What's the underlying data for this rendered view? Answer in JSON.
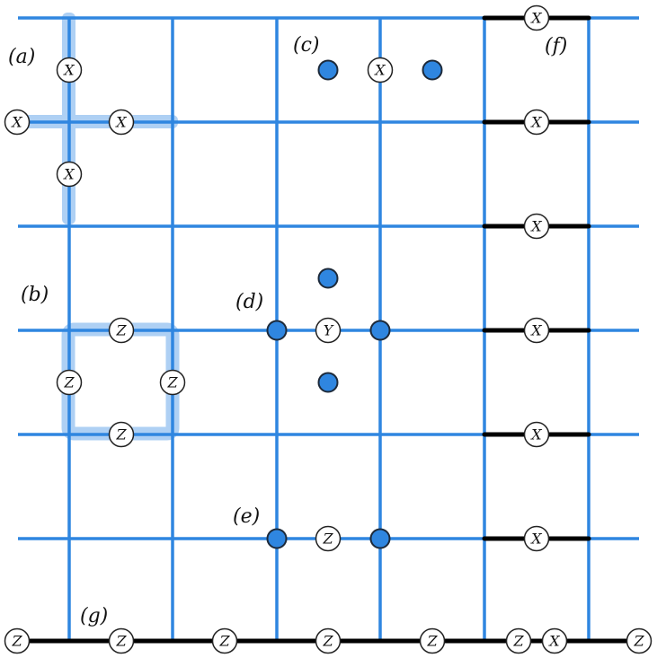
{
  "colors": {
    "grid": "#2f86e0",
    "highlight": "#aed0f4",
    "boundary": "#000000",
    "dot_fill": "#2f86e0",
    "circle_stroke": "#222222",
    "circle_fill": "#ffffff"
  },
  "panel_labels": {
    "a": "(a)",
    "b": "(b)",
    "c": "(c)",
    "d": "(d)",
    "e": "(e)",
    "f": "(f)",
    "g": "(g)"
  },
  "operators": {
    "x": "X",
    "y": "Y",
    "z": "Z"
  }
}
